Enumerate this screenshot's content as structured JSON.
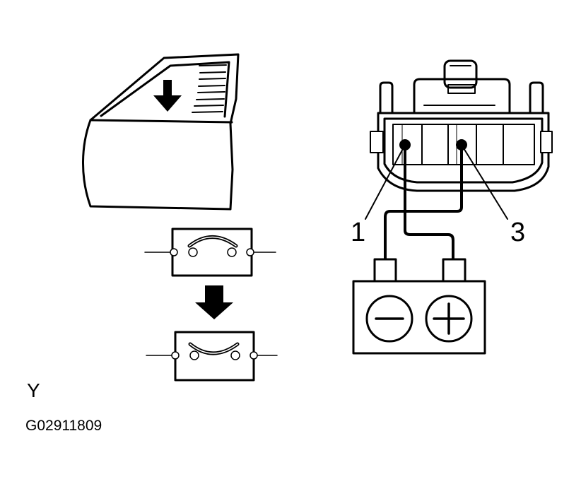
{
  "labels": {
    "terminal_1": "1",
    "terminal_3": "3",
    "letter": "Y",
    "figure_code": "G02911809"
  },
  "colors": {
    "stroke": "#000000",
    "background": "#ffffff"
  },
  "icons": [
    "down-arrow-icon",
    "negative-terminal-icon",
    "positive-terminal-icon"
  ]
}
